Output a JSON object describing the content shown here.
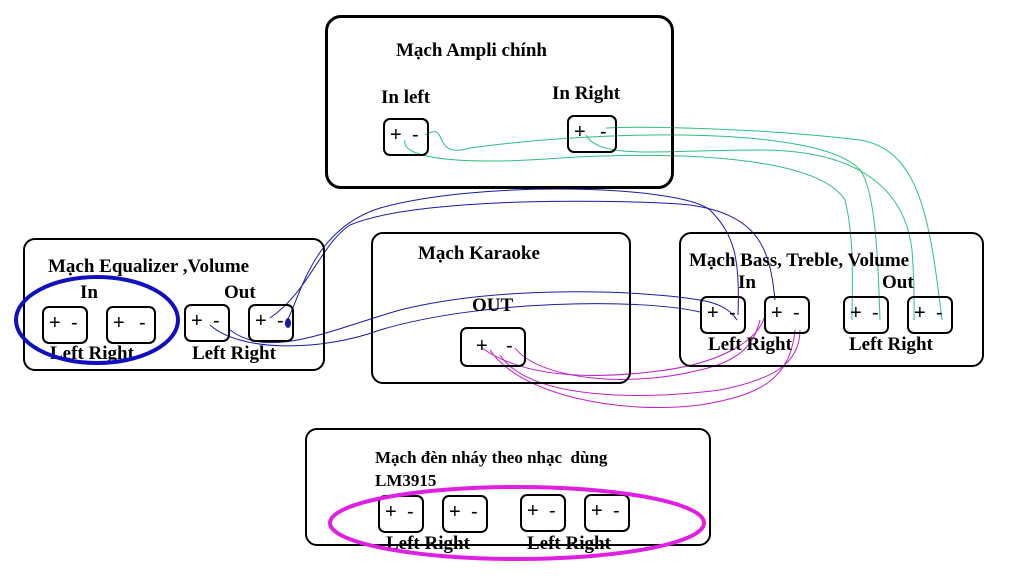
{
  "amp": {
    "title": "Mạch Ampli chính",
    "in_left": "In left",
    "in_right": "In Right"
  },
  "eq": {
    "title": "Mạch Equalizer ,Volume",
    "in": "In",
    "out": "Out",
    "in_lr": "Left Right",
    "out_lr": "Left Right"
  },
  "karaoke": {
    "title": "Mạch Karaoke",
    "out": "OUT"
  },
  "bass": {
    "title": "Mạch Bass, Treble, Volume",
    "in": "In",
    "out": "Out",
    "in_lr": "Left Right",
    "out_lr": "Left Right"
  },
  "led": {
    "title": "Mạch đèn nháy theo nhạc  dùng",
    "title2": "LM3915",
    "lr1": "Left Right",
    "lr2": "Left Right"
  },
  "terminal": {
    "plus": "+",
    "minus": "-"
  },
  "colors": {
    "green_wire": "#2fbf7f",
    "blue_wire": "#1a1aa8",
    "magenta_wire": "#c020c8",
    "blue_circle": "#1010c0",
    "magenta_ellipse": "#e020e0"
  }
}
